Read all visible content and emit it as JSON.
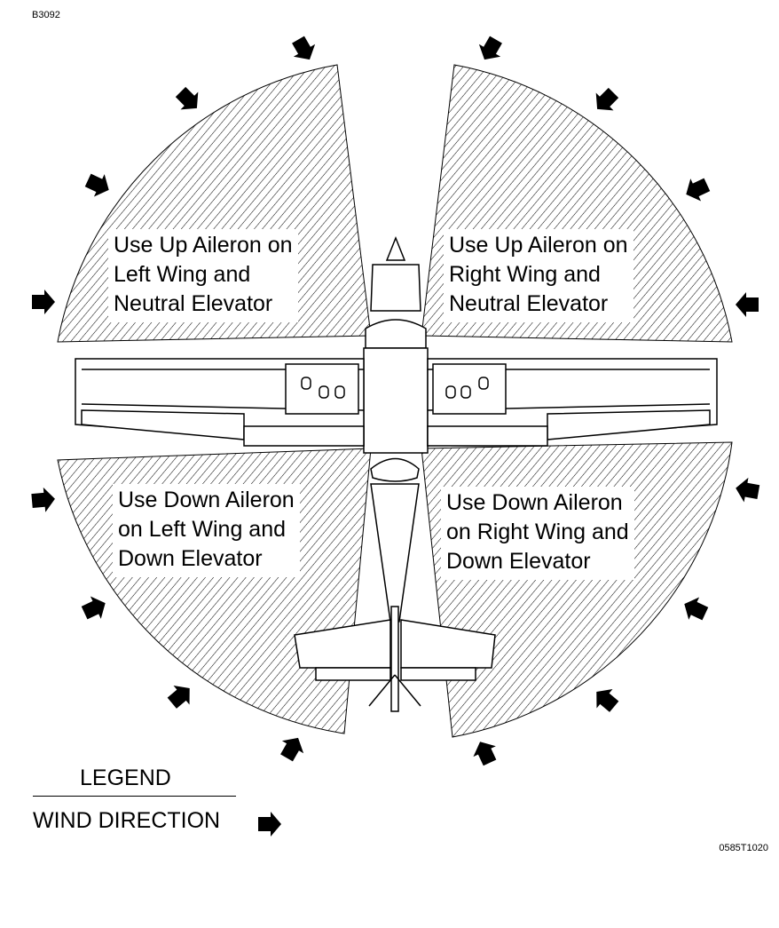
{
  "figure_id": "B3092",
  "reference_code": "0585T1020",
  "quadrants": {
    "upper_left": [
      "Use Up Aileron on",
      "Left Wing and",
      "Neutral Elevator"
    ],
    "upper_right": [
      "Use Up Aileron on",
      "Right Wing and",
      "Neutral Elevator"
    ],
    "lower_left": [
      "Use Down Aileron",
      "on Left Wing and",
      "Down Elevator"
    ],
    "lower_right": [
      "Use Down Aileron",
      "on Right Wing and",
      "Down Elevator"
    ]
  },
  "legend": {
    "title": "LEGEND",
    "item_label": "WIND DIRECTION",
    "item_icon": "wind-arrow-icon"
  },
  "colors": {
    "ink": "#000000",
    "background": "#ffffff"
  }
}
